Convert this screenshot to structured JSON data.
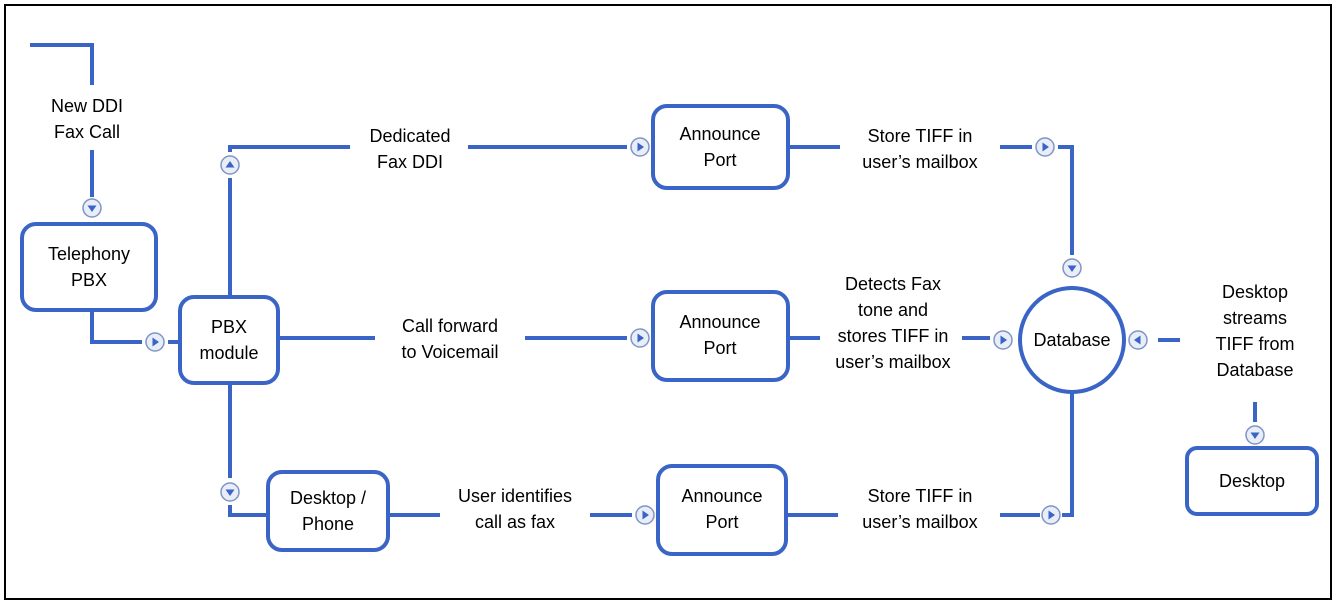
{
  "colors": {
    "line": "#3a64c5",
    "frame": "#000000",
    "connector": "#7f95c4"
  },
  "nodes": {
    "telephony_pbx": {
      "line1": "Telephony",
      "line2": "PBX"
    },
    "pbx_module": {
      "line1": "PBX",
      "line2": "module"
    },
    "desktop_phone": {
      "line1": "Desktop /",
      "line2": "Phone"
    },
    "announce_top": {
      "line1": "Announce",
      "line2": "Port"
    },
    "announce_mid": {
      "line1": "Announce",
      "line2": "Port"
    },
    "announce_bot": {
      "line1": "Announce",
      "line2": "Port"
    },
    "database": {
      "label": "Database"
    },
    "desktop": {
      "label": "Desktop"
    }
  },
  "labels": {
    "new_ddi": {
      "line1": "New DDI",
      "line2": "Fax Call"
    },
    "dedicated_fax": {
      "line1": "Dedicated",
      "line2": "Fax DDI"
    },
    "call_forward": {
      "line1": "Call forward",
      "line2": "to Voicemail"
    },
    "user_identifies": {
      "line1": "User identifies",
      "line2": "call as fax"
    },
    "store_top": {
      "line1": "Store TIFF in",
      "line2": "user’s mailbox"
    },
    "detects_fax": {
      "line1": "Detects Fax",
      "line2": "tone and",
      "line3": "stores TIFF in",
      "line4": "user’s mailbox"
    },
    "store_bot": {
      "line1": "Store TIFF in",
      "line2": "user’s mailbox"
    },
    "desktop_streams": {
      "line1": "Desktop",
      "line2": "streams",
      "line3": "TIFF from",
      "line4": "Database"
    }
  },
  "connector_icons": {
    "down": "triangle-down-icon",
    "up": "triangle-up-icon",
    "right": "triangle-right-icon",
    "left": "triangle-left-icon"
  }
}
